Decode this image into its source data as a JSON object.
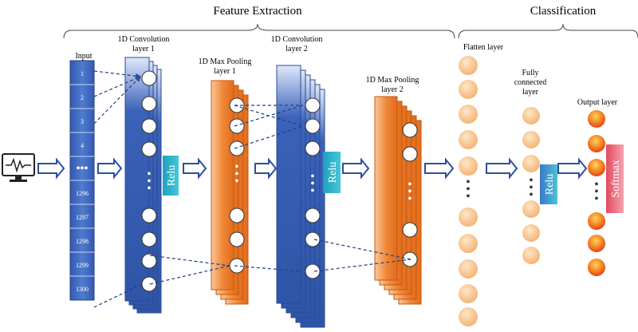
{
  "titles": {
    "feature_extraction": "Feature Extraction",
    "classification": "Classification"
  },
  "layers": {
    "input": "Input",
    "conv1_line1": "1D Convolution",
    "conv1_line2": "layer 1",
    "pool1_line1": "1D Max Pooling",
    "pool1_line2": "layer 1",
    "conv2_line1": "1D Convolution",
    "conv2_line2": "layer 2",
    "pool2_line1": "1D Max Pooling",
    "pool2_line2": "layer 2",
    "flatten": "Flatten layer",
    "fc_line1": "Fully",
    "fc_line2": "connected",
    "fc_line3": "layer",
    "output": "Output layer"
  },
  "input_cells": [
    "1",
    "2",
    "3",
    "4",
    "•••",
    "1296",
    "1297",
    "1298",
    "1299",
    "1300"
  ],
  "activations": {
    "relu1": "Relu",
    "relu2": "Relu",
    "relu3": "Relu",
    "softmax": "Softmax"
  },
  "ellipsis": "•\n•\n•",
  "colors": {
    "blue": "#3a62b8",
    "orange": "#ef7d2a",
    "relu": "#2fb3c5",
    "softmax": "#e85a6c",
    "arrow": "#2c4f9e"
  },
  "icons": [
    "monitor-heartbeat-icon"
  ]
}
